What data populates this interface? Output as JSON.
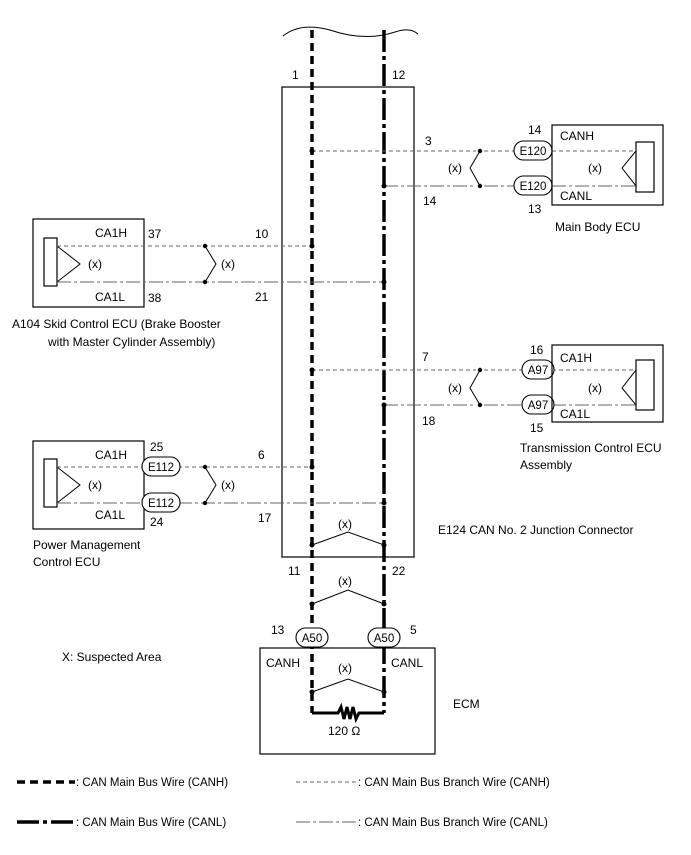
{
  "junction": {
    "pins": {
      "canh_top": "1",
      "canl_top": "12",
      "canh_bottom": "11",
      "canl_bottom": "22"
    },
    "label": "E124  CAN No. 2 Junction Connector"
  },
  "main_body": {
    "name": "Main Body ECU",
    "junction_pins": {
      "h": "3",
      "l": "14"
    },
    "connector": "E120",
    "ecu_pins": {
      "h": "14",
      "l": "13"
    },
    "signal_h": "CANH",
    "signal_l": "CANL",
    "fault_mark": "(x)"
  },
  "skid": {
    "name_line1": "A104  Skid Control ECU (Brake Booster",
    "name_line2": "with Master Cylinder Assembly)",
    "junction_pins": {
      "h": "10",
      "l": "21"
    },
    "ecu_pins": {
      "h": "37",
      "l": "38"
    },
    "signal_h": "CA1H",
    "signal_l": "CA1L",
    "fault_mark": "(x)"
  },
  "transmission": {
    "name_line1": "Transmission Control ECU",
    "name_line2": "Assembly",
    "junction_pins": {
      "h": "7",
      "l": "18"
    },
    "connector": "A97",
    "ecu_pins": {
      "h": "16",
      "l": "15"
    },
    "signal_h": "CA1H",
    "signal_l": "CA1L",
    "fault_mark": "(x)"
  },
  "power_mgmt": {
    "name_line1": "Power Management",
    "name_line2": "Control ECU",
    "junction_pins": {
      "h": "6",
      "l": "17"
    },
    "connector": "E112",
    "ecu_pins": {
      "h": "25",
      "l": "24"
    },
    "signal_h": "CA1H",
    "signal_l": "CA1L",
    "fault_mark": "(x)"
  },
  "ecm": {
    "name": "ECM",
    "connector": "A50",
    "pins": {
      "h": "13",
      "l": "5"
    },
    "signal_h": "CANH",
    "signal_l": "CANL",
    "resistor": "120 Ω"
  },
  "bus_faults": {
    "inside_junction": "(x)",
    "between": "(x)",
    "inside_ecm": "(x)"
  },
  "suspected_area": "X: Suspected Area",
  "legend": {
    "main_h": ": CAN Main Bus Wire (CANH)",
    "main_l": ": CAN Main Bus Wire (CANL)",
    "branch_h": ": CAN Main Bus Branch Wire (CANH)",
    "branch_l": ": CAN Main Bus Branch Wire (CANL)"
  }
}
